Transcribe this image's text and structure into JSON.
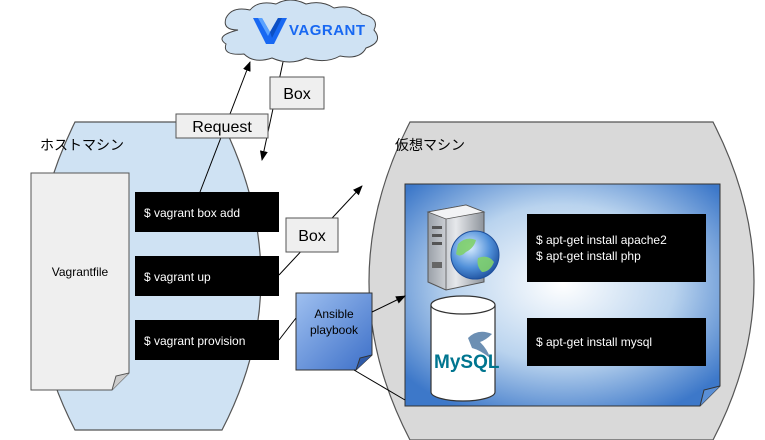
{
  "cloud": {
    "brand": "VAGRANT"
  },
  "host": {
    "title": "ホストマシン",
    "vagrantfile": "Vagrantfile",
    "commands": [
      "$ vagrant box add",
      "$ vagrant up",
      "$ vagrant provision"
    ]
  },
  "vm": {
    "title": "仮想マシン",
    "apache_cmds": [
      "$ apt-get install apache2",
      "$ apt-get install php"
    ],
    "mysql_cmd": "$ apt-get install mysql",
    "mysql_logo": "MySQL"
  },
  "labels": {
    "request": "Request",
    "box_top": "Box",
    "box_mid": "Box",
    "ansible": [
      "Ansible",
      "playbook"
    ]
  },
  "colors": {
    "host_fill": "#cfe2f3",
    "vm_fill": "#d9d9d9",
    "cmd_fill": "#000000",
    "ansible_fill": "#6d9eeb",
    "vagrant_blue": "#1868f2"
  }
}
